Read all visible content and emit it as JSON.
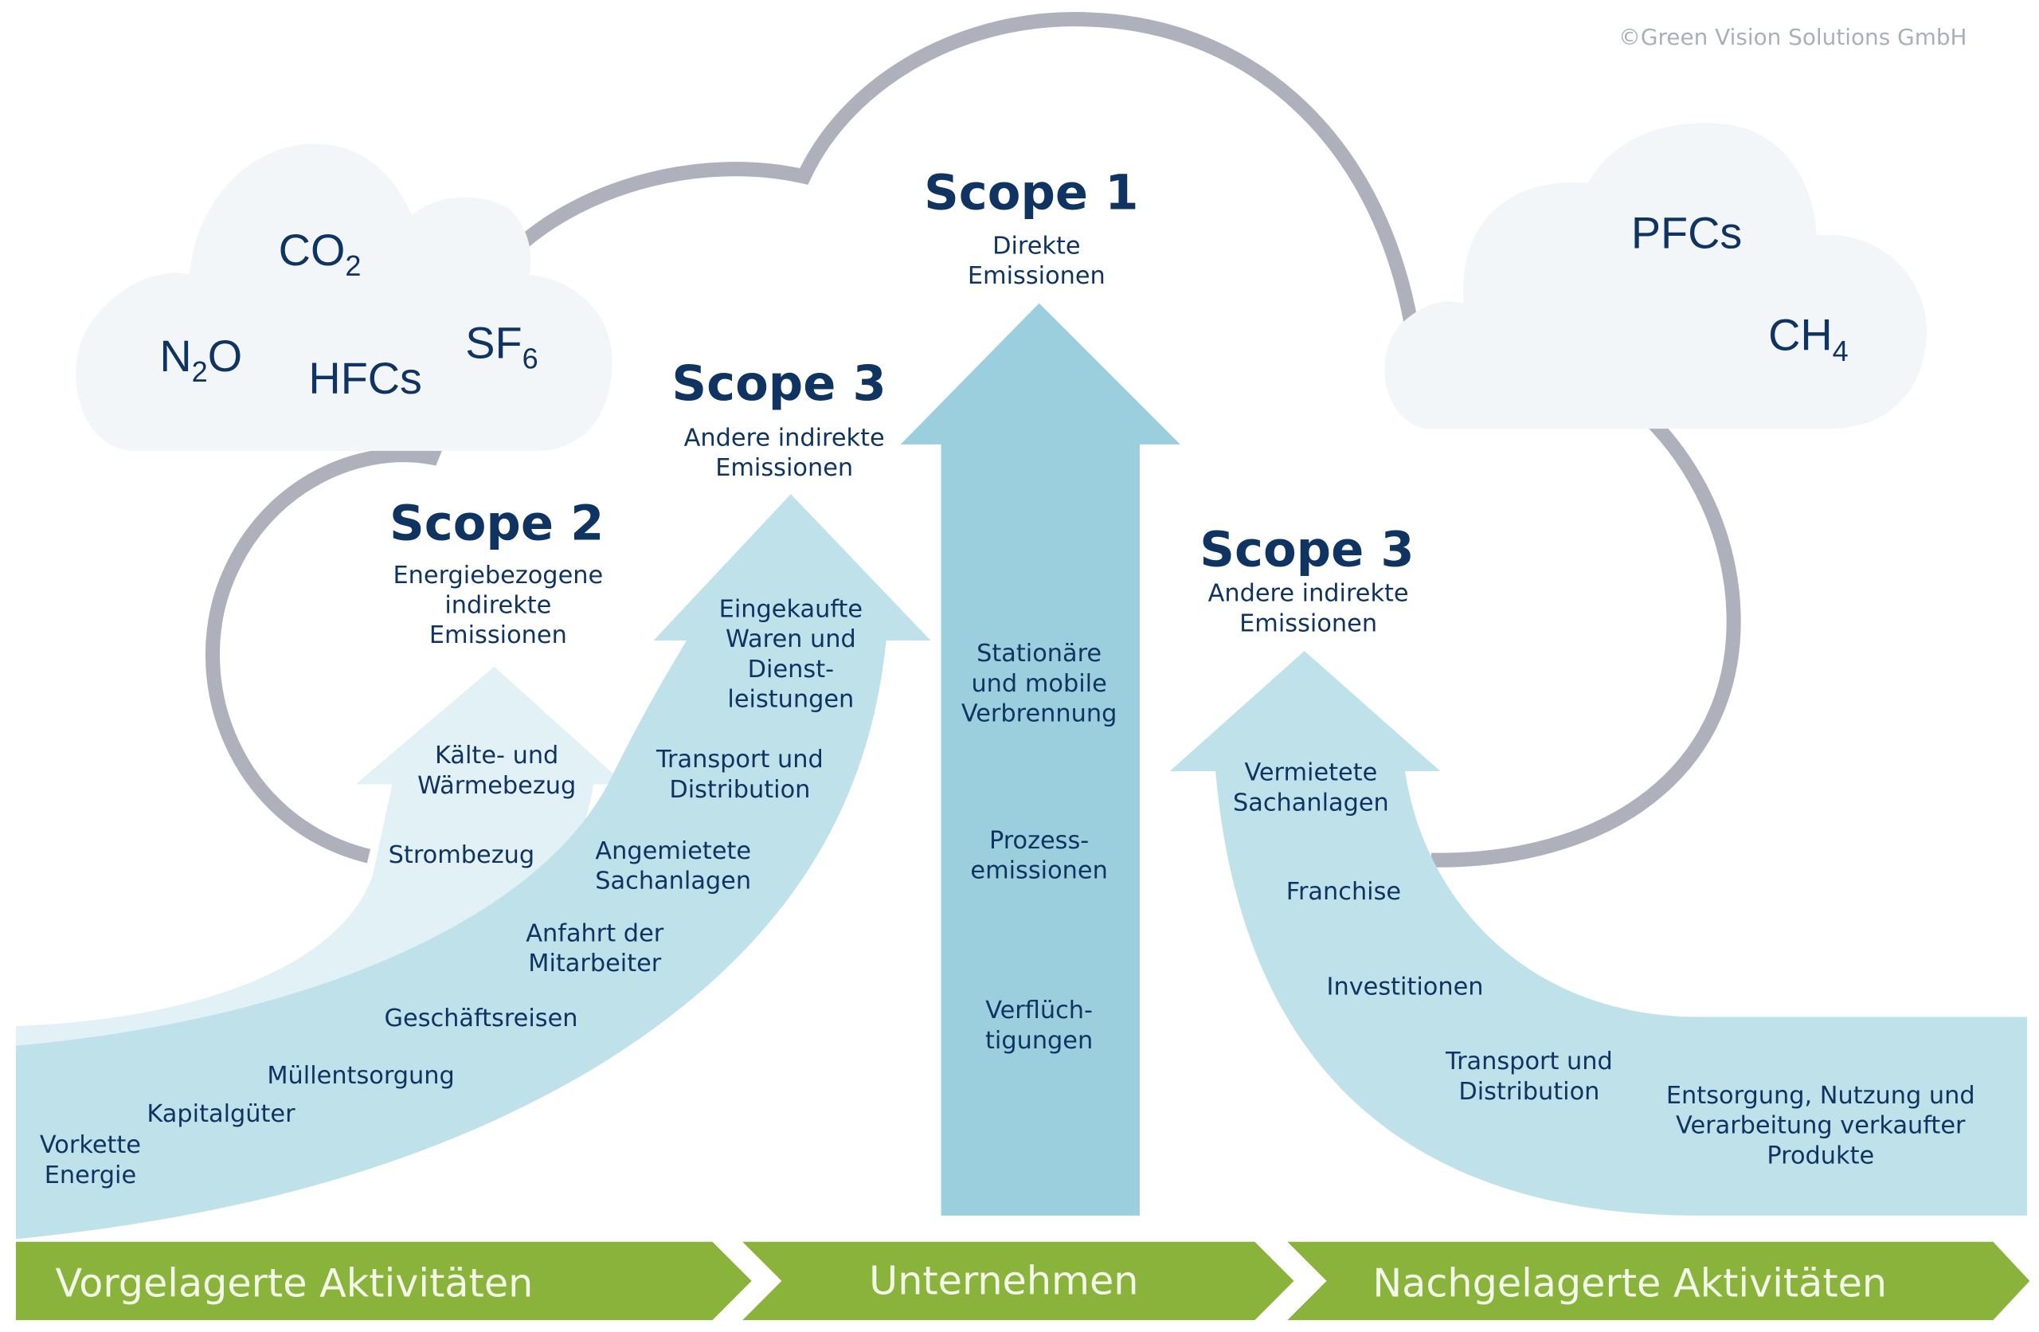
{
  "copyright": "©Green Vision Solutions GmbH",
  "colors": {
    "title_text": "#0f3462",
    "cloud_fill": "#f3f6f8",
    "cloud_outline": "#aeb0bb",
    "scope1_arrow": "#9bcfdd",
    "scope3_arrow": "#bfe1e9",
    "scope2_arrow": "#e2f1f6",
    "band_green": "#8ab33c",
    "band_text": "#f3f8e8"
  },
  "gases_left": {
    "co2": {
      "base": "CO",
      "sub": "2",
      "suffix": ""
    },
    "n2o": {
      "base": "N",
      "sub": "2",
      "suffix": "O"
    },
    "hfcs": {
      "base": "HFCs"
    },
    "sf6": {
      "base": "SF",
      "sub": "6"
    }
  },
  "gases_right": {
    "pfcs": {
      "base": "PFCs"
    },
    "ch4": {
      "base": "CH",
      "sub": "4"
    }
  },
  "scope1": {
    "title": "Scope 1",
    "subtitle": [
      "Direkte",
      "Emissionen"
    ],
    "items": [
      [
        "Stationäre",
        "und mobile",
        "Verbrennung"
      ],
      [
        "Prozess-",
        "emissionen"
      ],
      [
        "Verflüch-",
        "tigungen"
      ]
    ]
  },
  "scope2": {
    "title": "Scope 2",
    "subtitle": [
      "Energiebezogene",
      "indirekte",
      "Emissionen"
    ],
    "items": [
      [
        "Kälte- und",
        "Wärmebezug"
      ],
      [
        "Strombezug"
      ]
    ]
  },
  "scope3_upstream": {
    "title": "Scope 3",
    "subtitle": [
      "Andere indirekte",
      "Emissionen"
    ],
    "items": [
      [
        "Eingekaufte",
        "Waren und",
        "Dienst-",
        "leistungen"
      ],
      [
        "Transport und",
        "Distribution"
      ],
      [
        "Angemietete",
        "Sachanlagen"
      ],
      [
        "Anfahrt der",
        "Mitarbeiter"
      ],
      [
        "Geschäftsreisen"
      ],
      [
        "Müllentsorgung"
      ],
      [
        "Kapitalgüter"
      ],
      [
        "Vorkette",
        "Energie"
      ]
    ]
  },
  "scope3_downstream": {
    "title": "Scope 3",
    "subtitle": [
      "Andere indirekte",
      "Emissionen"
    ],
    "items": [
      [
        "Vermietete",
        "Sachanlagen"
      ],
      [
        "Franchise"
      ],
      [
        "Investitionen"
      ],
      [
        "Transport und",
        "Distribution"
      ],
      [
        "Entsorgung, Nutzung und",
        "Verarbeitung verkaufter",
        "Produkte"
      ]
    ]
  },
  "value_chain": [
    {
      "label": "Vorgelagerte Aktivitäten"
    },
    {
      "label": "Unternehmen"
    },
    {
      "label": "Nachgelagerte Aktivitäten"
    }
  ]
}
